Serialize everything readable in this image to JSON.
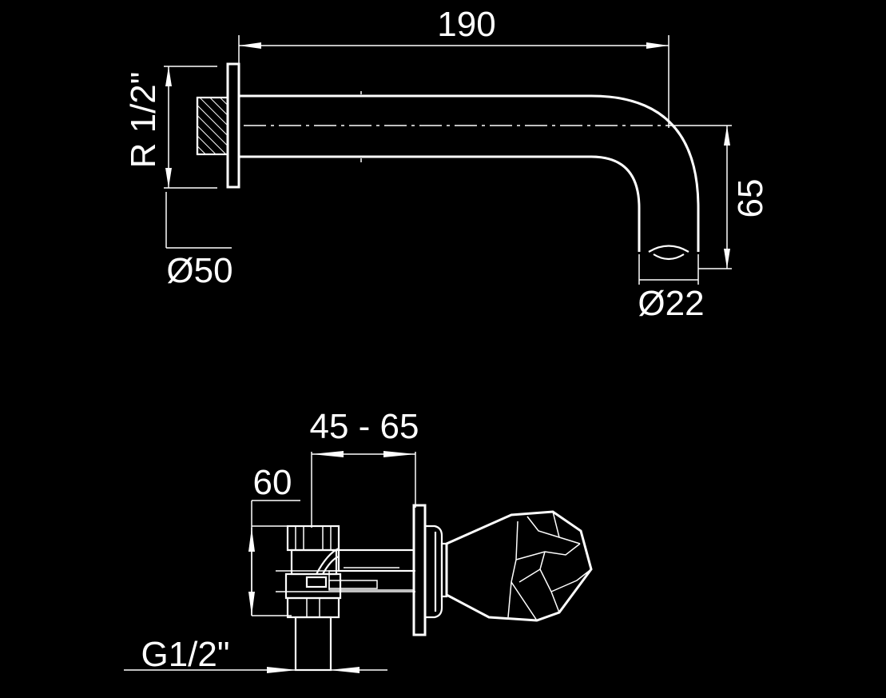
{
  "spout_view": {
    "dims": {
      "length": "190",
      "drop_height": "65",
      "thread": "R 1/2\"",
      "flange_diameter": "Ø50",
      "outlet_diameter": "Ø22"
    }
  },
  "mixer_view": {
    "dims": {
      "wall_depth_range": "45 - 65",
      "body_height": "60",
      "connection_thread": "G1/2\""
    }
  },
  "colors": {
    "background": "#000000",
    "line": "#ffffff"
  }
}
